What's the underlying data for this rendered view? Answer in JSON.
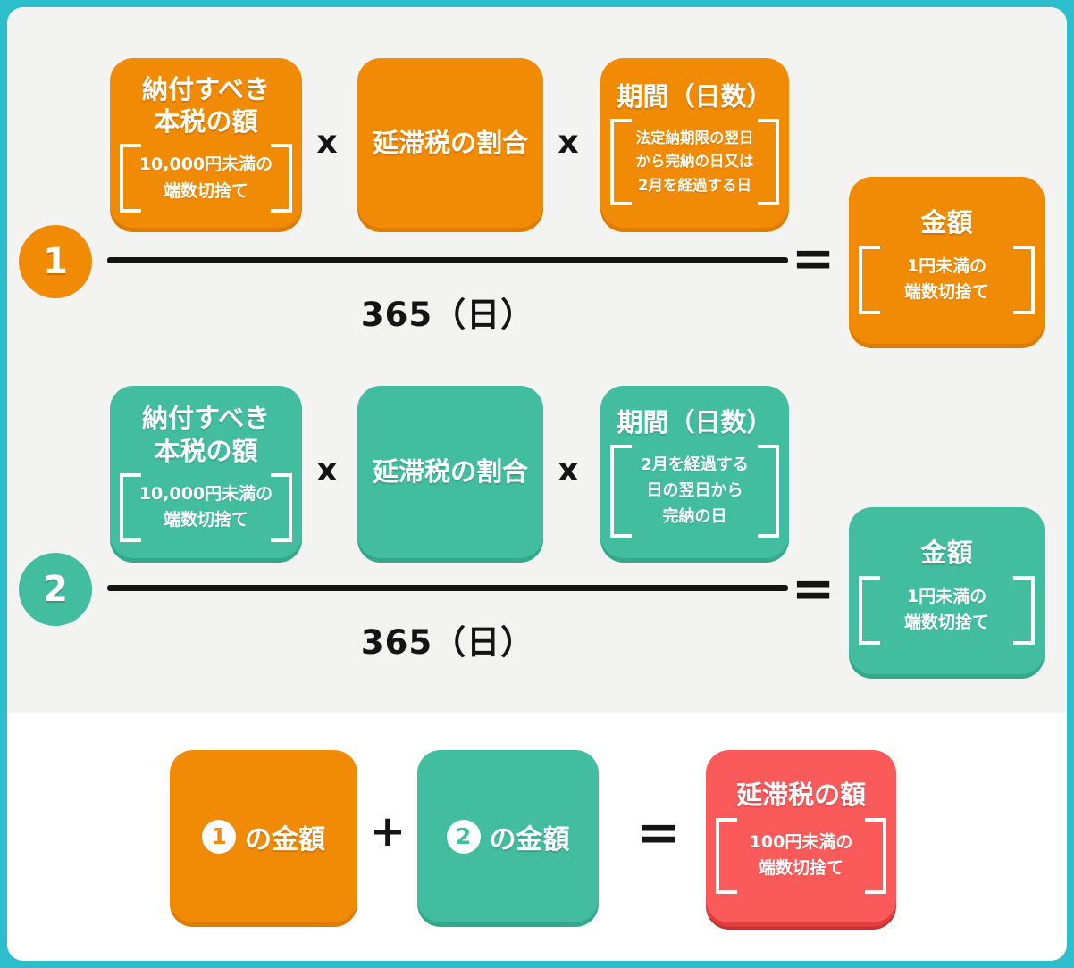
{
  "colors": {
    "frame_cyan": "#2CBECC",
    "upper_bg": "#F3F3F2",
    "lower_bg": "#FFFFFF",
    "orange": "#F18A05",
    "teal": "#42BDA0",
    "red": "#FB5A5A",
    "text_black": "#141414",
    "box_text_white": "#FFFFFF"
  },
  "formula1": {
    "badge": "1",
    "times": "x",
    "equals": "=",
    "denominator": "365（日）",
    "term1": {
      "title_lines": [
        "納付すべき",
        "本税の額"
      ],
      "bracket_lines": [
        "10,000円未満の",
        "端数切捨て"
      ]
    },
    "term2": {
      "title": "延滞税の割合"
    },
    "term3": {
      "title": "期間（日数）",
      "bracket_lines": [
        "法定納期限の翌日",
        "から完納の日又は",
        "2月を経過する日"
      ]
    },
    "result": {
      "title": "金額",
      "bracket_lines": [
        "1円未満の",
        "端数切捨て"
      ]
    }
  },
  "formula2": {
    "badge": "2",
    "times": "x",
    "equals": "=",
    "denominator": "365（日）",
    "term1": {
      "title_lines": [
        "納付すべき",
        "本税の額"
      ],
      "bracket_lines": [
        "10,000円未満の",
        "端数切捨て"
      ]
    },
    "term2": {
      "title": "延滞税の割合"
    },
    "term3": {
      "title": "期間（日数）",
      "bracket_lines": [
        "2月を経過する",
        "日の翌日から",
        "完納の日"
      ]
    },
    "result": {
      "title": "金額",
      "bracket_lines": [
        "1円未満の",
        "端数切捨て"
      ]
    }
  },
  "formula3": {
    "plus": "+",
    "equals": "=",
    "operand1": {
      "number": "1",
      "label": "の金額"
    },
    "operand2": {
      "number": "2",
      "label": "の金額"
    },
    "result": {
      "title": "延滞税の額",
      "bracket_lines": [
        "100円未満の",
        "端数切捨て"
      ]
    }
  }
}
